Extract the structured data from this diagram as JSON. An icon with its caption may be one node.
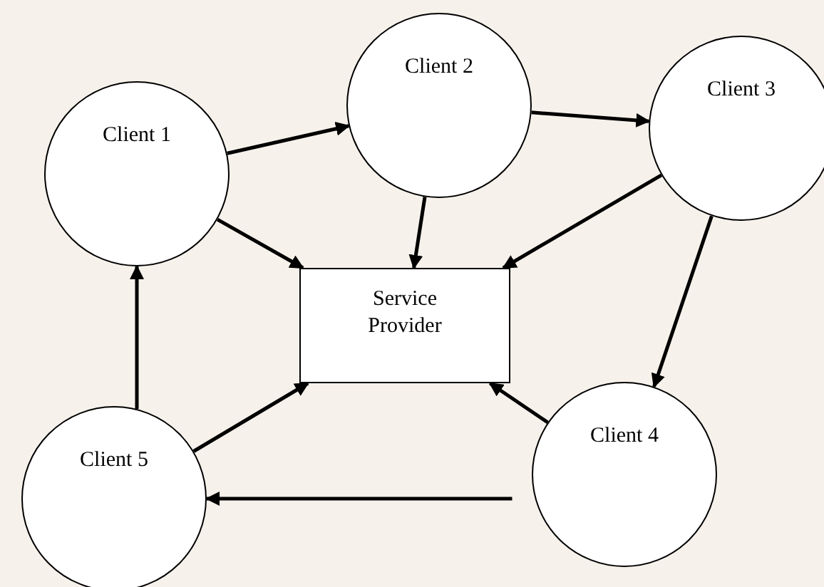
{
  "diagram": {
    "nodes": [
      {
        "text": [
          "Client 1"
        ]
      },
      {
        "text": [
          "Client 2"
        ]
      },
      {
        "text": [
          "Client 3"
        ]
      },
      {
        "text": [
          "Service Provider"
        ]
      },
      {
        "text": [
          "Client 4"
        ]
      },
      {
        "text": [
          "Client 5"
        ]
      }
    ],
    "edges": [
      {
        "from": 0,
        "to": 1,
        "arrow": "to"
      },
      {
        "from": 1,
        "to": 2,
        "arrow": "to"
      },
      {
        "from": 0,
        "to": 3,
        "arrow": "to"
      },
      {
        "from": 1,
        "to": 3,
        "arrow": "to"
      },
      {
        "from": 2,
        "to": 3,
        "arrow": "to"
      },
      {
        "from": 2,
        "to": 4,
        "arrow": "to"
      },
      {
        "from": 4,
        "to": 3,
        "arrow": "to"
      },
      {
        "from": 5,
        "to": 3,
        "arrow": "to"
      },
      {
        "from": 5,
        "to": 0,
        "arrow": "to"
      },
      {
        "from": 4,
        "to": 5,
        "arrow": "to"
      }
    ]
  }
}
